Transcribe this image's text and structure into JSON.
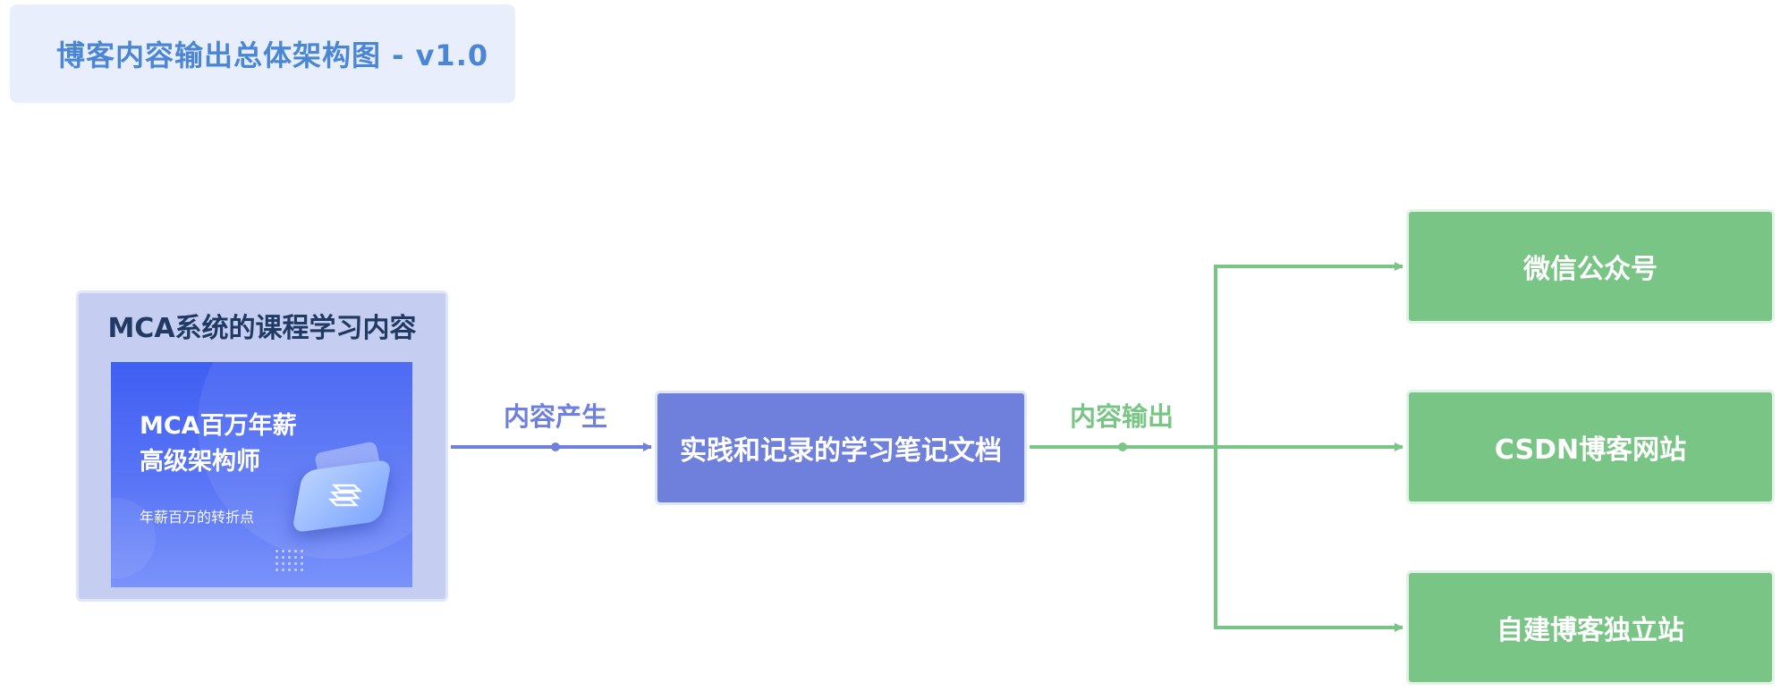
{
  "title": "博客内容输出总体架构图 - v1.0",
  "source": {
    "title": "MCA系统的课程学习内容",
    "banner": {
      "headline_line1": "MCA百万年薪",
      "headline_line2": "高级架构师",
      "subline": "年薪百万的转折点"
    }
  },
  "edges": {
    "produce_label": "内容产生",
    "output_label": "内容输出"
  },
  "center": {
    "label": "实践和记录的学习笔记文档"
  },
  "outputs": [
    {
      "label": "微信公众号"
    },
    {
      "label": "CSDN博客网站"
    },
    {
      "label": "自建博客独立站"
    }
  ],
  "colors": {
    "purple": "#6f80dc",
    "green": "#79c585",
    "title_bg": "#e8eefc",
    "title_text": "#4a86d4",
    "source_bg": "#c5cdf0"
  }
}
